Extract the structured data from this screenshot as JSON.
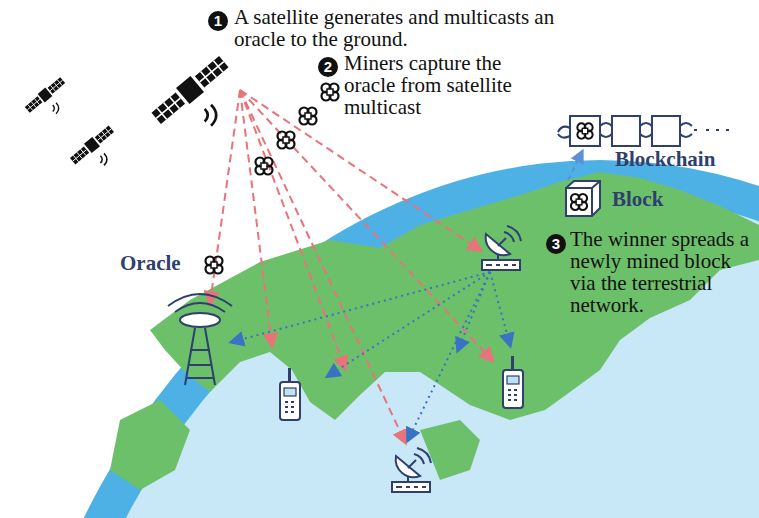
{
  "diagram": {
    "nodes": [
      {
        "text": [
          "Block"
        ]
      }
    ],
    "labels": [
      "1",
      "A satellite generates and multicasts an oracle to the ground.",
      "2",
      "Miners capture the oracle from satellite multicast",
      "Oracle",
      "Blockchain",
      "3",
      "The winner spreads a newly mined block via the terrestrial network."
    ]
  }
}
